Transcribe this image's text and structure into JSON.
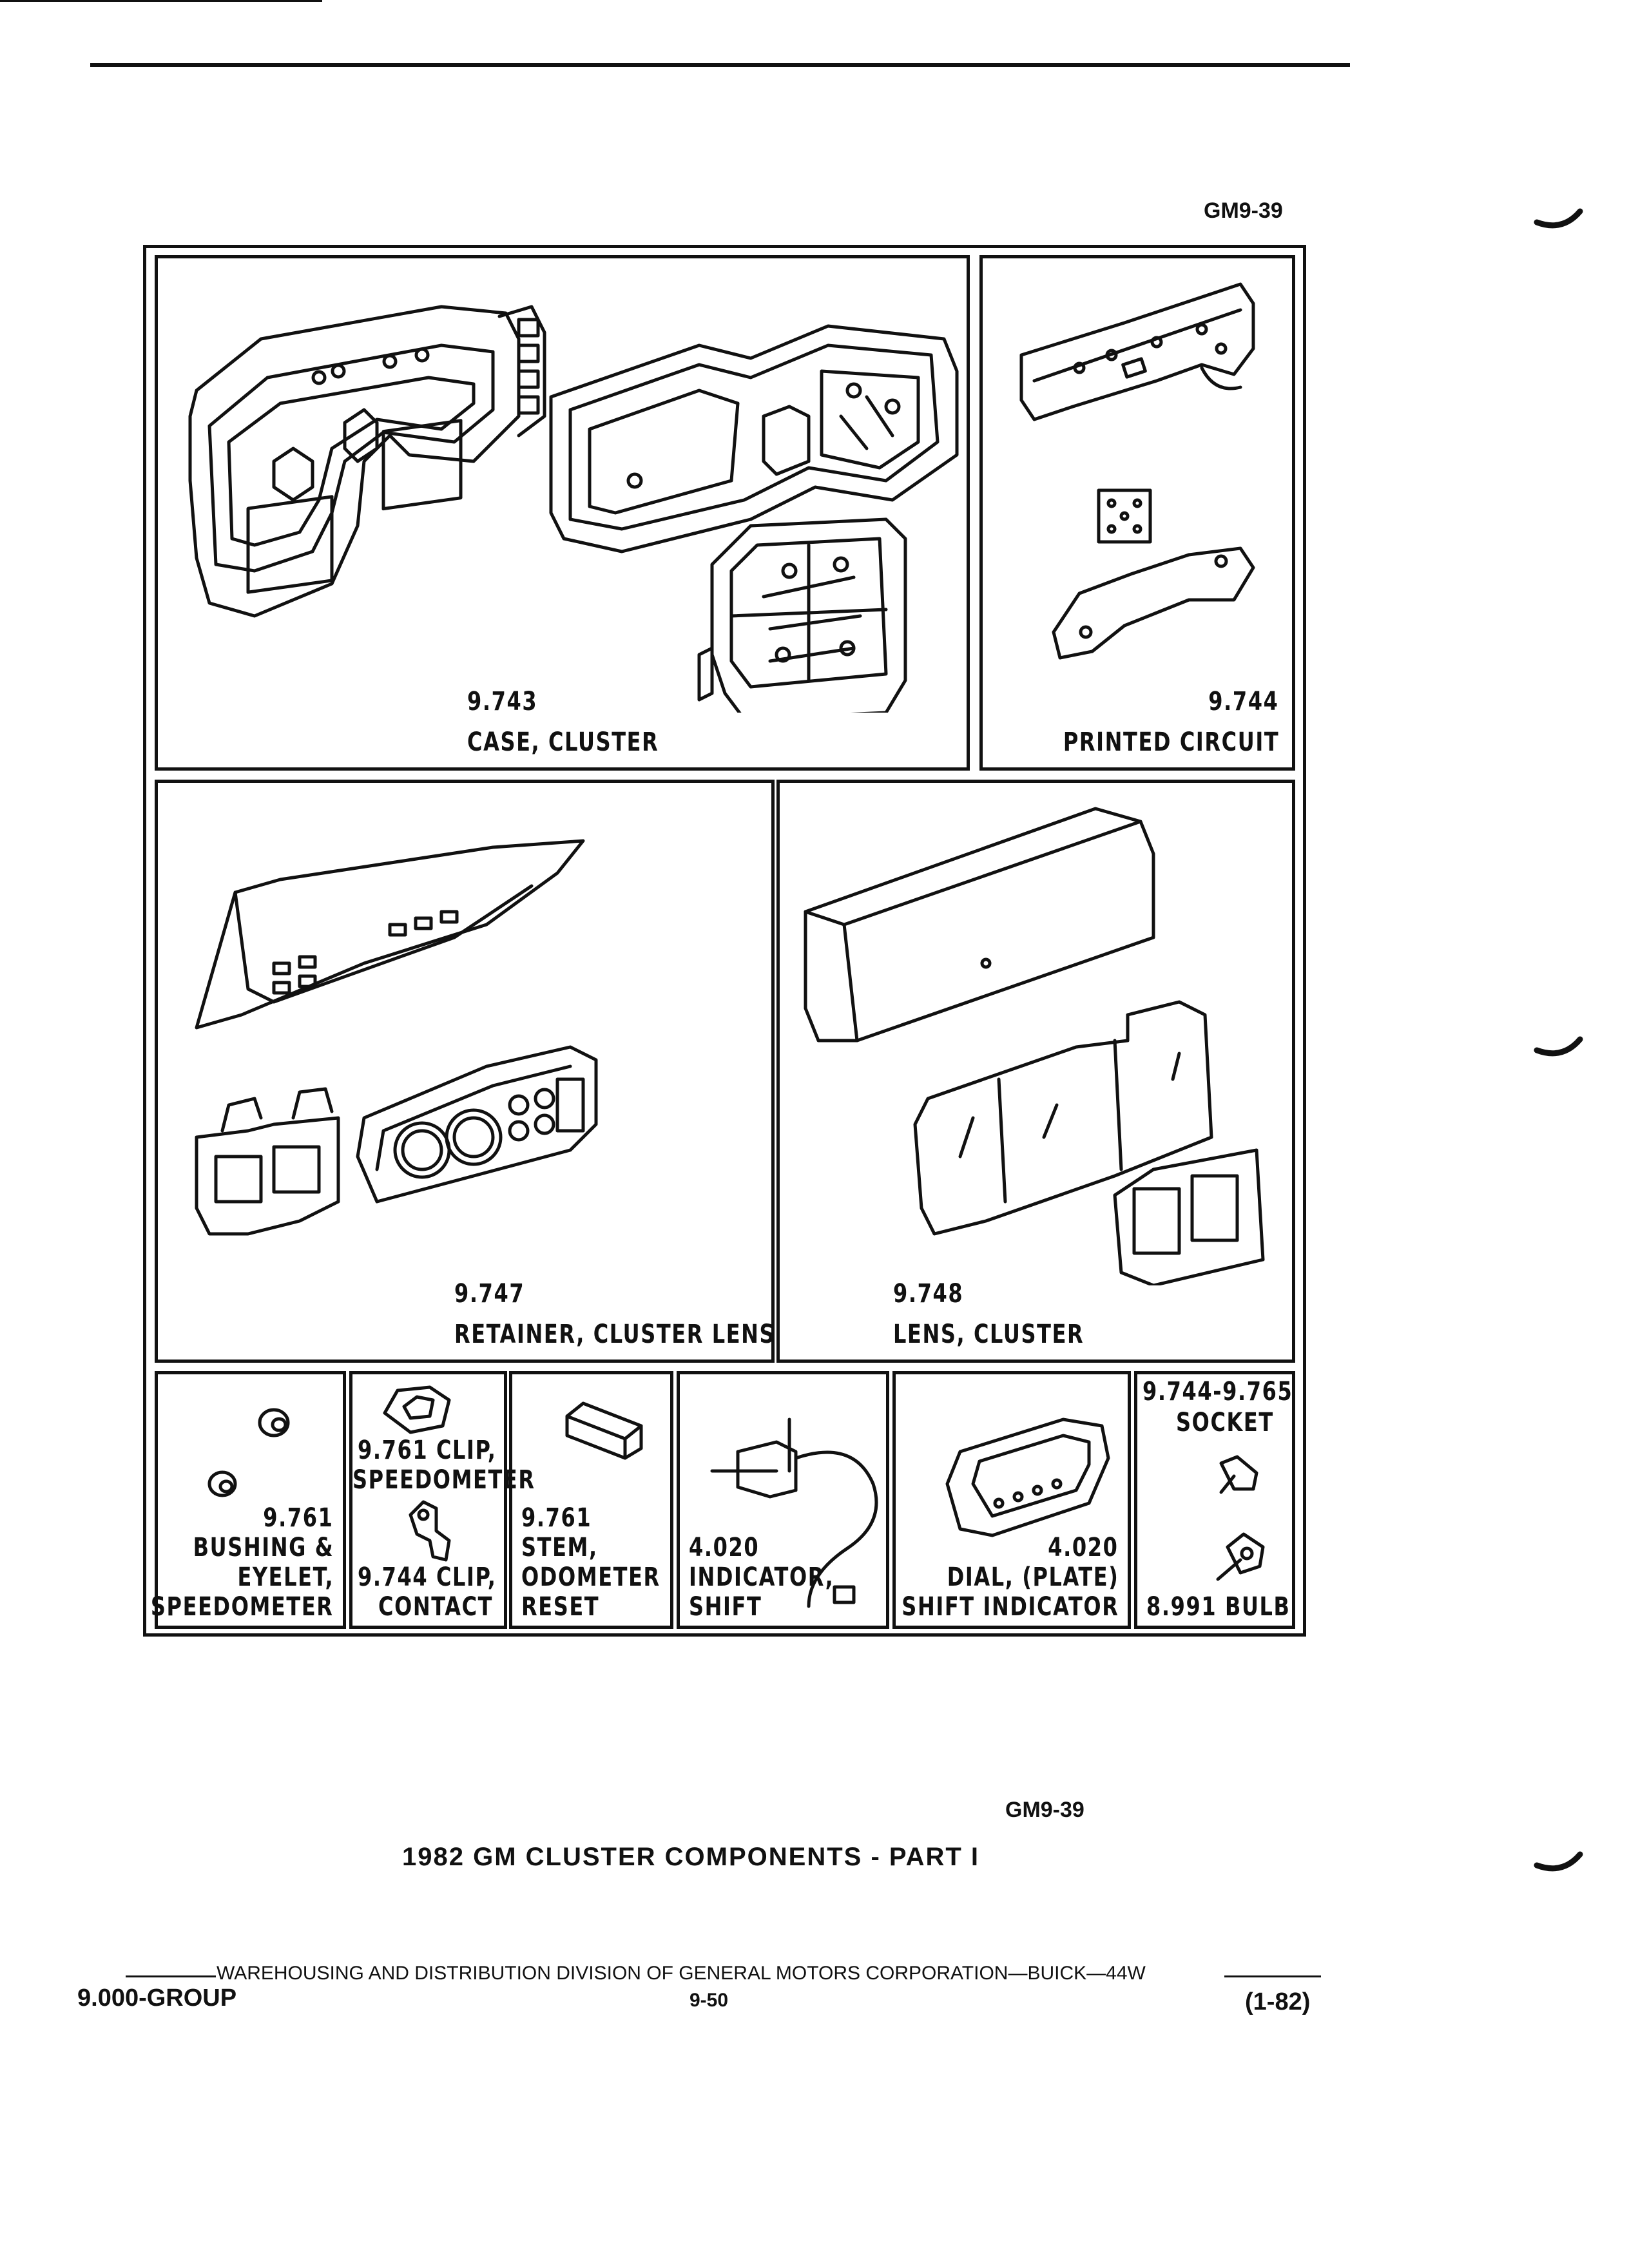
{
  "header": {
    "code": "GM9-39"
  },
  "panels": {
    "case": {
      "number": "9.743",
      "name": "CASE, CLUSTER"
    },
    "printed_circuit": {
      "number": "9.744",
      "name": "PRINTED CIRCUIT"
    },
    "retainer": {
      "number": "9.747",
      "name": "RETAINER, CLUSTER LENS"
    },
    "lens": {
      "number": "9.748",
      "name": "LENS, CLUSTER"
    },
    "bushing": {
      "number": "9.761",
      "line1": "BUSHING &",
      "line2": "EYELET,",
      "line3": "SPEEDOMETER"
    },
    "clip_speedo": {
      "line1": "9.761 CLIP,",
      "line2": "SPEEDOMETER"
    },
    "clip_contact": {
      "line1": "9.744 CLIP,",
      "line2": "CONTACT"
    },
    "stem": {
      "number": "9.761",
      "line1": "STEM,",
      "line2": "ODOMETER",
      "line3": "RESET"
    },
    "indicator": {
      "number": "4.020",
      "line1": "INDICATOR,",
      "line2": "SHIFT"
    },
    "dial": {
      "number": "4.020",
      "line1": "DIAL, (PLATE)",
      "line2": "SHIFT INDICATOR"
    },
    "socket": {
      "number": "9.744-9.765",
      "name": "SOCKET",
      "bulb": "8.991 BULB"
    }
  },
  "caption": {
    "code": "GM9-39",
    "title": "1982 GM CLUSTER COMPONENTS - PART I"
  },
  "footer": {
    "division": "WAREHOUSING AND DISTRIBUTION DIVISION OF GENERAL MOTORS CORPORATION—BUICK—44W",
    "group": "9.000-GROUP",
    "page": "9-50",
    "date": "(1-82)"
  }
}
